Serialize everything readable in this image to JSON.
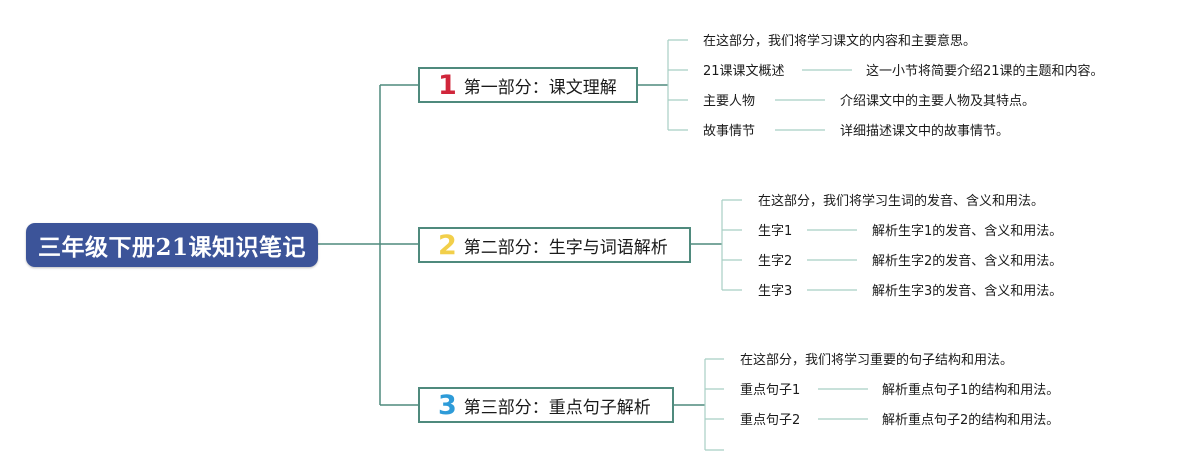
{
  "root": {
    "label": "三年级下册21课知识笔记"
  },
  "colors": {
    "root_bg": "#3c5499",
    "branch_border": "#4f8a7d",
    "line_root": "#4f8a7d",
    "line_leaf": "#a8cfc4",
    "num1": "#d0263b",
    "num2": "#f2cf4a",
    "num3": "#2e9bd8"
  },
  "branches": [
    {
      "num": "1",
      "label": "第一部分：课文理解",
      "intro": "在这部分，我们将学习课文的内容和主要意思。",
      "items": [
        {
          "label": "21课课文概述",
          "desc": "这一小节将简要介绍21课的主题和内容。"
        },
        {
          "label": "主要人物",
          "desc": "介绍课文中的主要人物及其特点。"
        },
        {
          "label": "故事情节",
          "desc": "详细描述课文中的故事情节。"
        }
      ]
    },
    {
      "num": "2",
      "label": "第二部分：生字与词语解析",
      "intro": "在这部分，我们将学习生词的发音、含义和用法。",
      "items": [
        {
          "label": "生字1",
          "desc": "解析生字1的发音、含义和用法。"
        },
        {
          "label": "生字2",
          "desc": "解析生字2的发音、含义和用法。"
        },
        {
          "label": "生字3",
          "desc": "解析生字3的发音、含义和用法。"
        }
      ]
    },
    {
      "num": "3",
      "label": "第三部分：重点句子解析",
      "intro": "在这部分，我们将学习重要的句子结构和用法。",
      "items": [
        {
          "label": "重点句子1",
          "desc": "解析重点句子1的结构和用法。"
        },
        {
          "label": "重点句子2",
          "desc": "解析重点句子2的结构和用法。"
        }
      ]
    }
  ]
}
